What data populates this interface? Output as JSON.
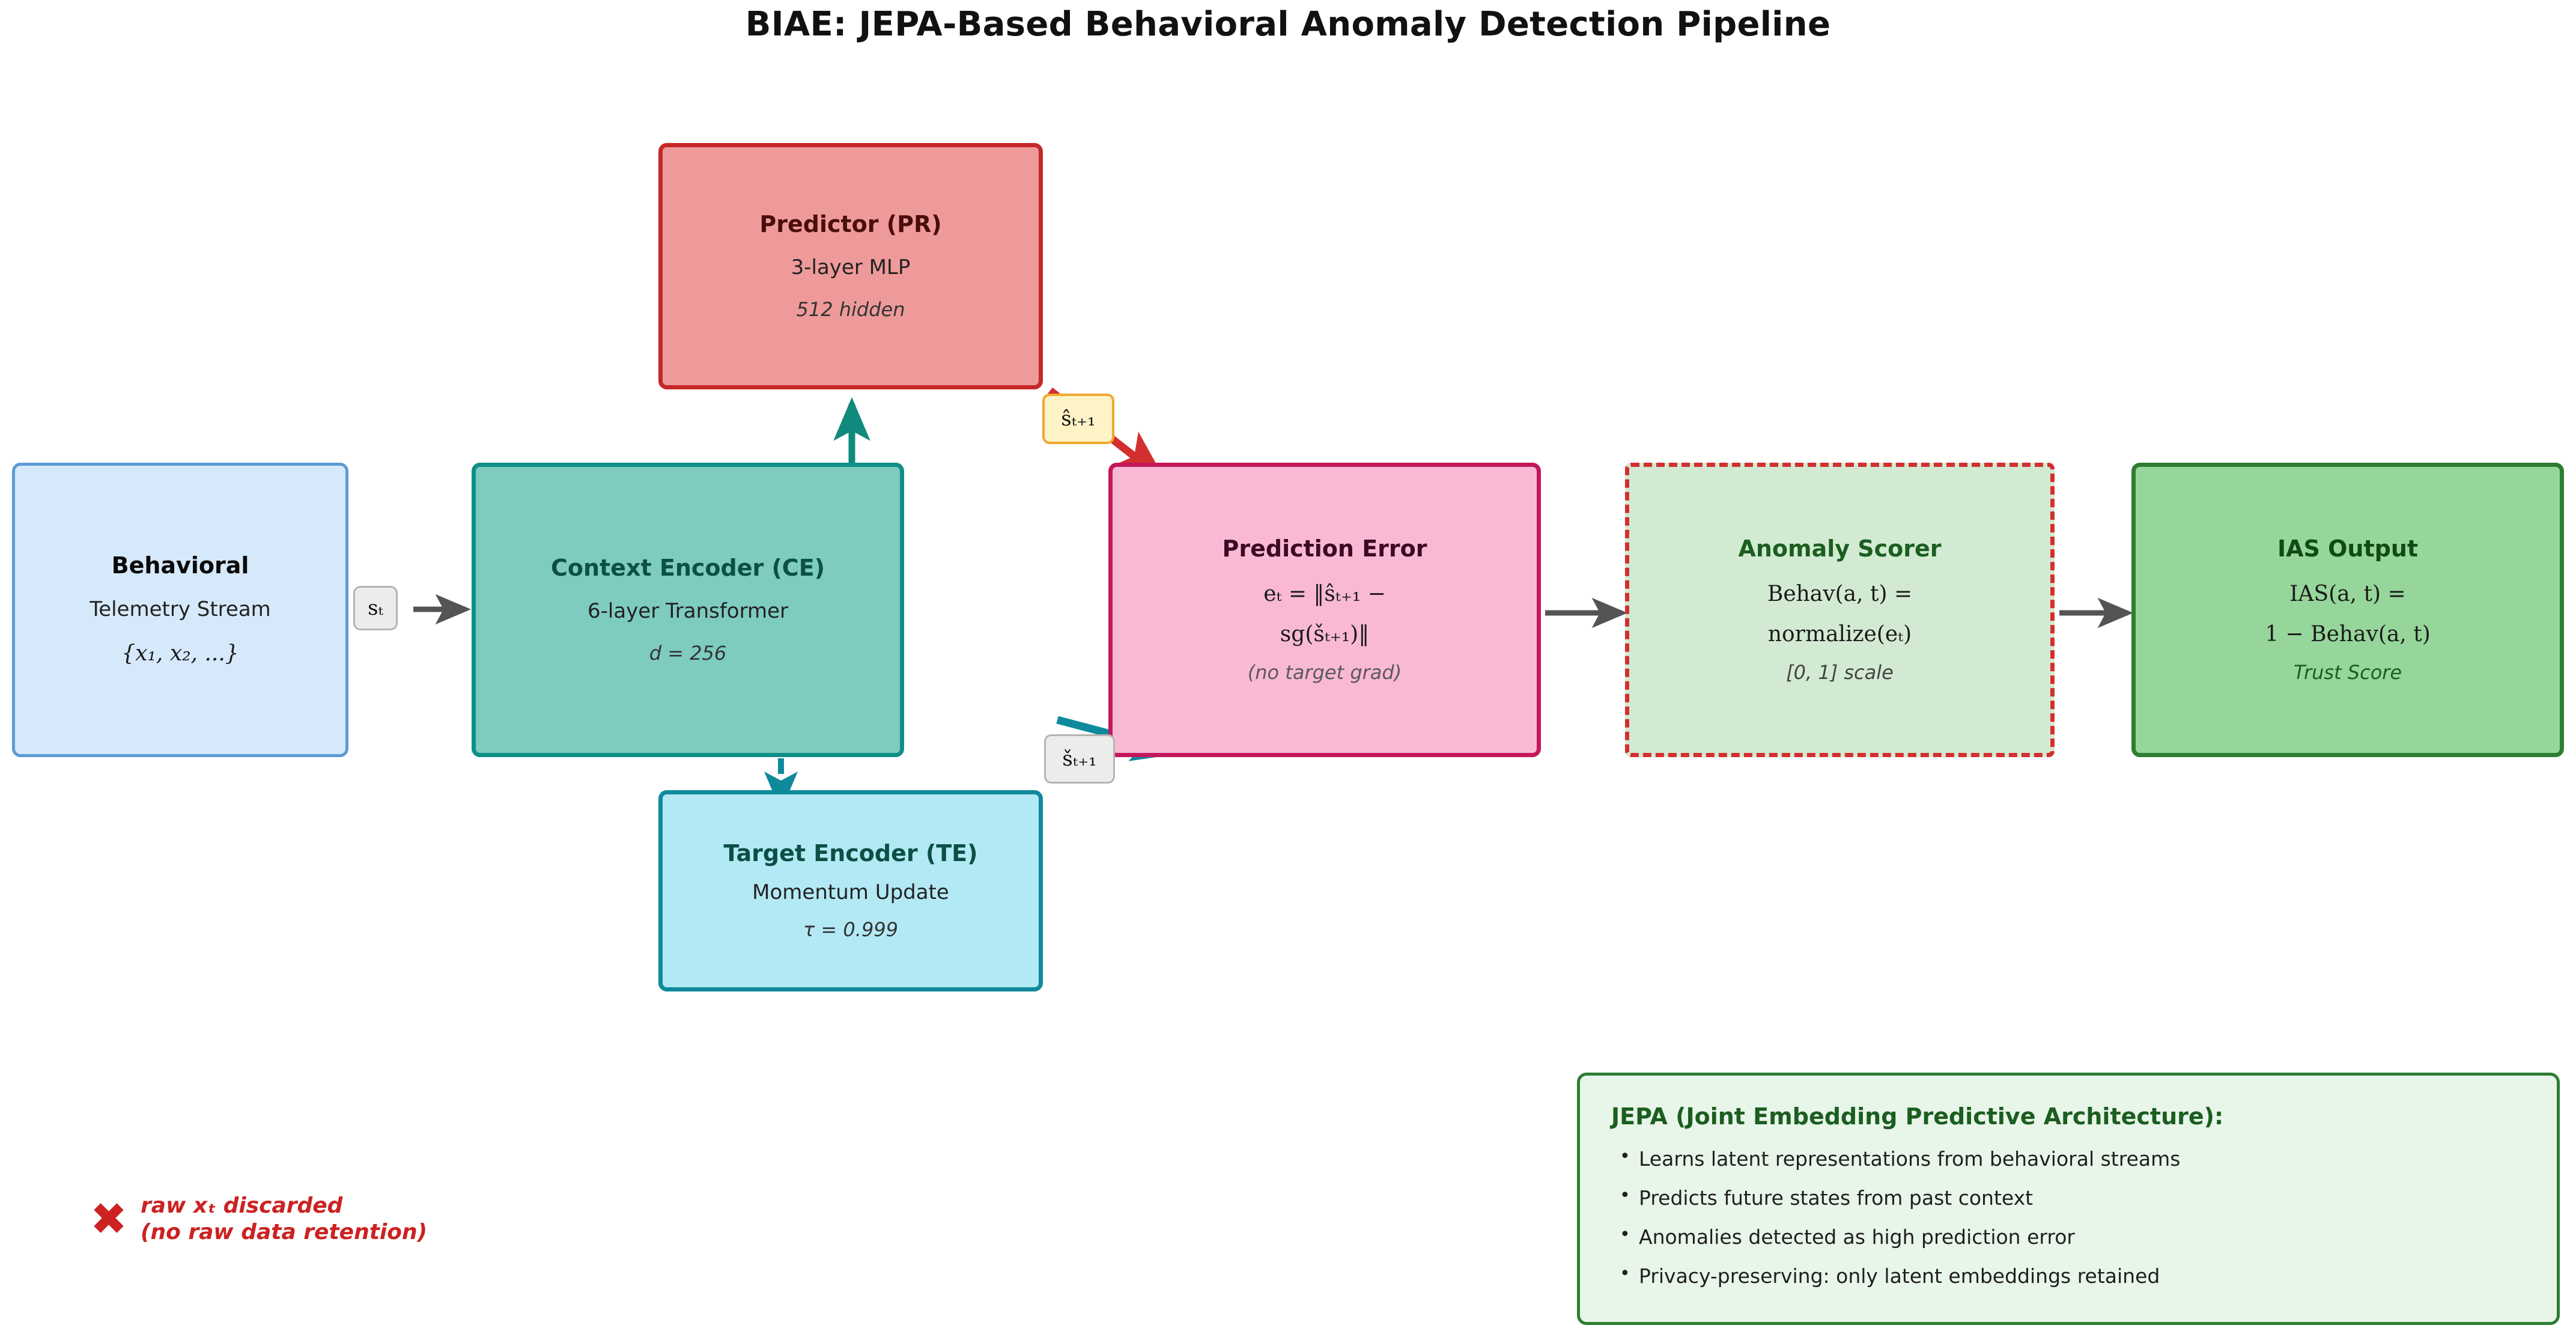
{
  "title": "BIAE: JEPA-Based Behavioral Anomaly Detection Pipeline",
  "nodes": {
    "behavioral": {
      "title": "Behavioral",
      "subtitle": "Telemetry Stream",
      "note": "{x₁, x₂, ...}",
      "fill": "#d6e9fb",
      "border": "#5b9bd5"
    },
    "context_encoder": {
      "title": "Context Encoder (CE)",
      "subtitle": "6-layer Transformer",
      "note": "d = 256",
      "fill": "#7ecbc0",
      "border": "#0f9086"
    },
    "predictor": {
      "title": "Predictor (PR)",
      "subtitle": "3-layer MLP",
      "note": "512 hidden",
      "fill": "#ef9a9a",
      "border": "#c62828"
    },
    "target_encoder": {
      "title": "Target Encoder (TE)",
      "subtitle": "Momentum Update",
      "note": "τ = 0.999",
      "fill": "#b3e9f4",
      "border": "#0f8a9c"
    },
    "prediction_error": {
      "title": "Prediction Error",
      "formula_line1": "eₜ = ‖ŝₜ₊₁ −",
      "formula_line2": "sg(šₜ₊₁)‖",
      "note": "(no target grad)",
      "fill": "#f9b9d4",
      "border": "#c2185b"
    },
    "anomaly_scorer": {
      "title": "Anomaly Scorer",
      "formula_line1": "Behav(a, t) =",
      "formula_line2": "normalize(eₜ)",
      "note": "[0, 1] scale",
      "fill": "#d2ead2",
      "border": "#d32f2f",
      "border_style": "dashed"
    },
    "ias_output": {
      "title": "IAS Output",
      "formula_line1": "IAS(a, t) =",
      "formula_line2": "1 − Behav(a, t)",
      "note": "Trust Score",
      "fill": "#96d69a",
      "border": "#2e7d32"
    }
  },
  "edge_labels": {
    "s_t": "sₜ",
    "s_hat": "ŝₜ₊₁",
    "s_tilde": "šₜ₊₁"
  },
  "edges": {
    "behavioral_to_context": {
      "color": "#545454",
      "style": "solid"
    },
    "context_to_predictor": {
      "color": "#0f8a7c",
      "style": "solid"
    },
    "context_to_target": {
      "color": "#0f8a9c",
      "style": "dashed"
    },
    "predictor_to_error": {
      "color": "#d32f2f",
      "style": "solid"
    },
    "target_to_error": {
      "color": "#0f8a9c",
      "style": "solid"
    },
    "error_to_scorer": {
      "color": "#545454",
      "style": "solid"
    },
    "scorer_to_ias": {
      "color": "#545454",
      "style": "solid"
    }
  },
  "discard_note": {
    "icon": "cross-mark-icon",
    "line1": "raw xₜ discarded",
    "line2": "(no raw data retention)",
    "color": "#cc2222"
  },
  "legend": {
    "title": "JEPA (Joint Embedding Predictive Architecture):",
    "items": [
      "Learns latent representations from behavioral streams",
      "Predicts future states from past context",
      "Anomalies detected as high prediction error",
      "Privacy-preserving: only latent embeddings retained"
    ],
    "fill": "#e8f5e9",
    "border": "#2e7d32"
  }
}
